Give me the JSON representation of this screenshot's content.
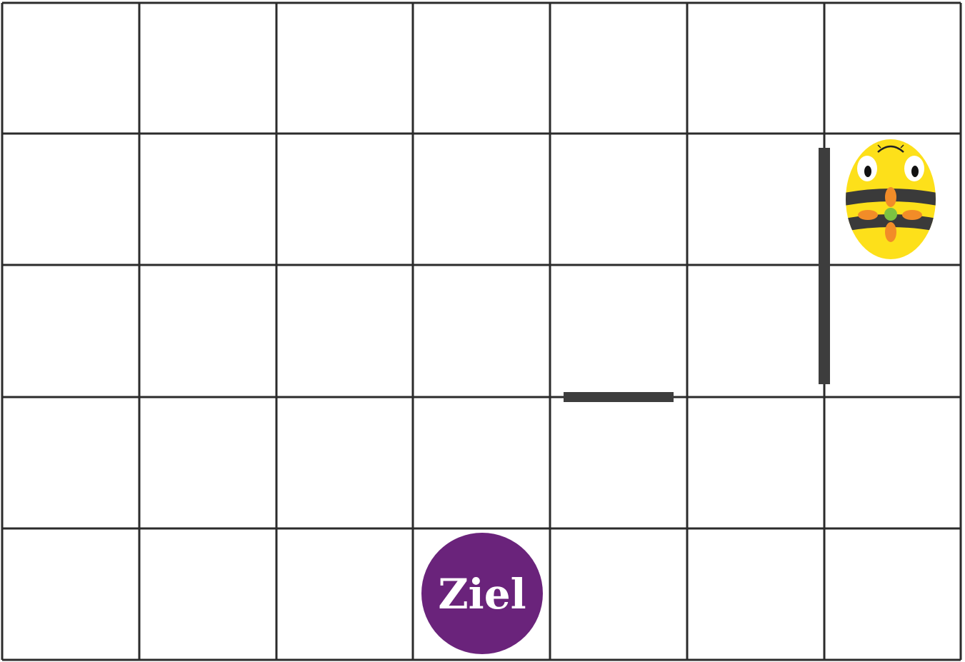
{
  "board": {
    "columns": 7,
    "rows": 5,
    "line_color": "#2b2b2b",
    "wall_color": "#3d3d3d",
    "background": "#ffffff"
  },
  "walls": [
    {
      "type": "vertical",
      "between_columns": [
        6,
        7
      ],
      "rows": [
        2,
        3
      ]
    },
    {
      "type": "horizontal",
      "column": 5,
      "between_rows": [
        3,
        4
      ]
    }
  ],
  "robot": {
    "name": "bee-bot",
    "icon": "bee-robot-icon",
    "column": 7,
    "row": 2,
    "colors": {
      "body": "#fde01a",
      "stripes": "#3a3a3a",
      "buttons": "#f28c28",
      "center_button": "#7cc242"
    }
  },
  "goal": {
    "label": "Ziel",
    "column": 4,
    "row": 5,
    "color": "#6a237b"
  }
}
